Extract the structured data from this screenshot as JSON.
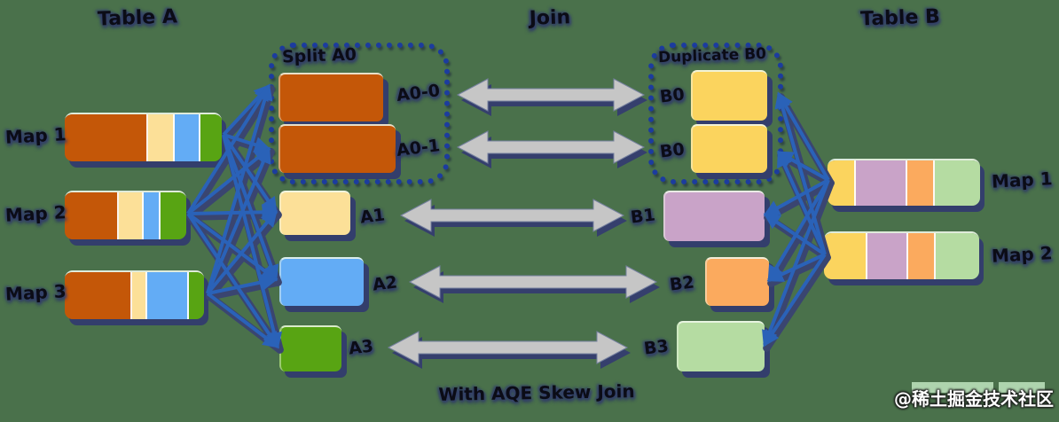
{
  "titles": {
    "table_a": "Table A",
    "join": "Join",
    "table_b": "Table B",
    "caption": "With AQE Skew Join"
  },
  "watermark": {
    "text": "@稀土掘金技术社区"
  },
  "palette": {
    "orange": "#C45708",
    "tan": "#FCE098",
    "blue": "#63ACF5",
    "green": "#58A413",
    "yellow": "#FBD45E",
    "purple": "#C9A3C8",
    "lt_orange": "#FBAA5E",
    "lt_green": "#B5DCA2",
    "navy_shadow": "#333E6C",
    "dotted_border": "#1C3C9E",
    "shuffle_line": "#2A62B8",
    "join_arrow": "#C6C6C6",
    "background": "#4A714B"
  },
  "left_table": {
    "maps": [
      {
        "label": "Map 1",
        "segments": [
          {
            "color": "orange",
            "pct": 54
          },
          {
            "color": "tan",
            "pct": 16
          },
          {
            "color": "blue",
            "pct": 16
          },
          {
            "color": "green",
            "pct": 14
          }
        ]
      },
      {
        "label": "Map 2",
        "segments": [
          {
            "color": "orange",
            "pct": 45
          },
          {
            "color": "tan",
            "pct": 20
          },
          {
            "color": "blue",
            "pct": 13
          },
          {
            "color": "green",
            "pct": 22
          }
        ]
      },
      {
        "label": "Map 3",
        "segments": [
          {
            "color": "orange",
            "pct": 49
          },
          {
            "color": "tan",
            "pct": 10
          },
          {
            "color": "blue",
            "pct": 30
          },
          {
            "color": "green",
            "pct": 11
          }
        ]
      }
    ]
  },
  "right_table": {
    "maps": [
      {
        "label": "Map 1",
        "segments": [
          {
            "color": "yellow",
            "pct": 18
          },
          {
            "color": "purple",
            "pct": 34
          },
          {
            "color": "lt_orange",
            "pct": 17
          },
          {
            "color": "lt_green",
            "pct": 31
          }
        ]
      },
      {
        "label": "Map 2",
        "segments": [
          {
            "color": "yellow",
            "pct": 28
          },
          {
            "color": "purple",
            "pct": 26
          },
          {
            "color": "lt_orange",
            "pct": 17
          },
          {
            "color": "lt_green",
            "pct": 29
          }
        ]
      }
    ]
  },
  "split_box": {
    "label": "Split A0",
    "items": [
      {
        "label": "A0-0",
        "color": "orange"
      },
      {
        "label": "A0-1",
        "color": "orange"
      }
    ]
  },
  "dup_box": {
    "label": "Duplicate B0",
    "items": [
      {
        "label": "B0",
        "color": "yellow"
      },
      {
        "label": "B0",
        "color": "yellow"
      }
    ]
  },
  "a_partitions": [
    {
      "label": "A1",
      "color": "tan"
    },
    {
      "label": "A2",
      "color": "blue"
    },
    {
      "label": "A3",
      "color": "green"
    }
  ],
  "b_partitions": [
    {
      "label": "B1",
      "color": "purple"
    },
    {
      "label": "B2",
      "color": "lt_orange"
    },
    {
      "label": "B3",
      "color": "lt_green"
    }
  ],
  "joins": [
    {
      "from": "A0-0",
      "to": "B0"
    },
    {
      "from": "A0-1",
      "to": "B0"
    },
    {
      "from": "A1",
      "to": "B1"
    },
    {
      "from": "A2",
      "to": "B2"
    },
    {
      "from": "A3",
      "to": "B3"
    }
  ],
  "shuffle": {
    "left": [
      [
        "map-1",
        "split-a0-top"
      ],
      [
        "map-1",
        "split-a0-bot"
      ],
      [
        "map-1",
        "a1"
      ],
      [
        "map-1",
        "a2"
      ],
      [
        "map-1",
        "a3"
      ],
      [
        "map-2",
        "split-a0-top"
      ],
      [
        "map-2",
        "split-a0-bot"
      ],
      [
        "map-2",
        "a1"
      ],
      [
        "map-2",
        "a2"
      ],
      [
        "map-2",
        "a3"
      ],
      [
        "map-3",
        "split-a0-top"
      ],
      [
        "map-3",
        "split-a0-bot"
      ],
      [
        "map-3",
        "a1"
      ],
      [
        "map-3",
        "a2"
      ],
      [
        "map-3",
        "a3"
      ]
    ],
    "right": [
      [
        "map-b1",
        "dup-b0-top"
      ],
      [
        "map-b1",
        "dup-b0-bot"
      ],
      [
        "map-b1",
        "b1"
      ],
      [
        "map-b1",
        "b2"
      ],
      [
        "map-b1",
        "b3"
      ],
      [
        "map-b2",
        "dup-b0-top"
      ],
      [
        "map-b2",
        "dup-b0-bot"
      ],
      [
        "map-b2",
        "b1"
      ],
      [
        "map-b2",
        "b2"
      ],
      [
        "map-b2",
        "b3"
      ]
    ]
  }
}
